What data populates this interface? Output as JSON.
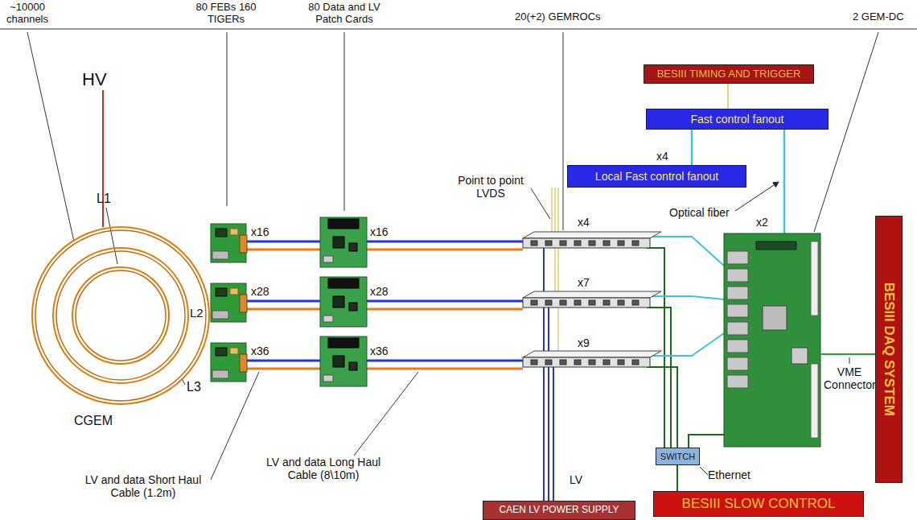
{
  "diagram": {
    "nodes": [
      {
        "text": [
          "BESIII TIMING AND TRIGGER"
        ]
      },
      {
        "text": [
          "Fast control fanout"
        ]
      },
      {
        "text": [
          "Local Fast control fanout"
        ]
      },
      {
        "text": [
          "BESIII DAQ SYSTEM"
        ]
      },
      {
        "text": [
          "SWITCH"
        ]
      },
      {
        "text": [
          "BESIII SLOW CONTROL"
        ]
      },
      {
        "text": [
          "CAEN LV POWER SUPPLY"
        ]
      }
    ],
    "edges": [
      {
        "from": 0,
        "to": 1,
        "arrow": "none"
      },
      {
        "from": 1,
        "to": 2,
        "arrow": "none"
      },
      {
        "from": 4,
        "to": 5,
        "arrow": "none"
      }
    ],
    "labels": [
      "~10000 channels",
      "80 FEBs 160 TIGERs",
      "80 Data and LV Patch Cards",
      "20(+2) GEMROCs",
      "2 GEM-DC",
      "HV",
      "L1",
      "L2",
      "L3",
      "CGEM",
      "x16",
      "x16",
      "x28",
      "x28",
      "x36",
      "x36",
      "Point to point LVDS",
      "x4",
      "x4",
      "x7",
      "x9",
      "Optical fiber",
      "x2",
      "LV",
      "Ethernet",
      "VME Connector",
      "LV and data Short Haul Cable (1.2m)",
      "LV and data Long Haul Cable (8\\10m)"
    ]
  }
}
